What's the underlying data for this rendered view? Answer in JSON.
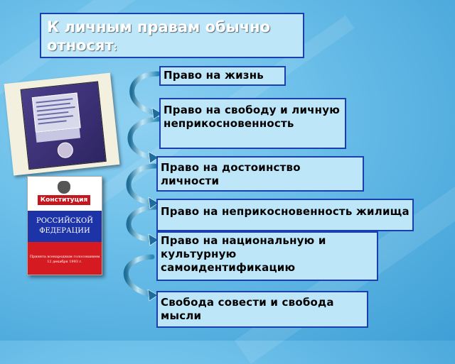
{
  "title": {
    "main": "К личным правам обычно относят",
    "colon": ":"
  },
  "items": [
    "Право на жизнь",
    "Право на свободу и личную неприкосновенность",
    "Право на достоинство личности",
    "Право на неприкосновенность жилища",
    "Право на национальную и культурную самоидентификацию",
    "Свобода совести и свобода мысли"
  ],
  "constitution_book": {
    "label": "Конституция",
    "country": "РОССИЙСКОЙ ФЕДЕРАЦИИ",
    "note": "Принята всенародным голосованием 12 декабря 1993 г."
  },
  "colors": {
    "background": "#6bbfe9",
    "box_fill": "#bde7f8",
    "box_border": "#1c3fb0"
  }
}
